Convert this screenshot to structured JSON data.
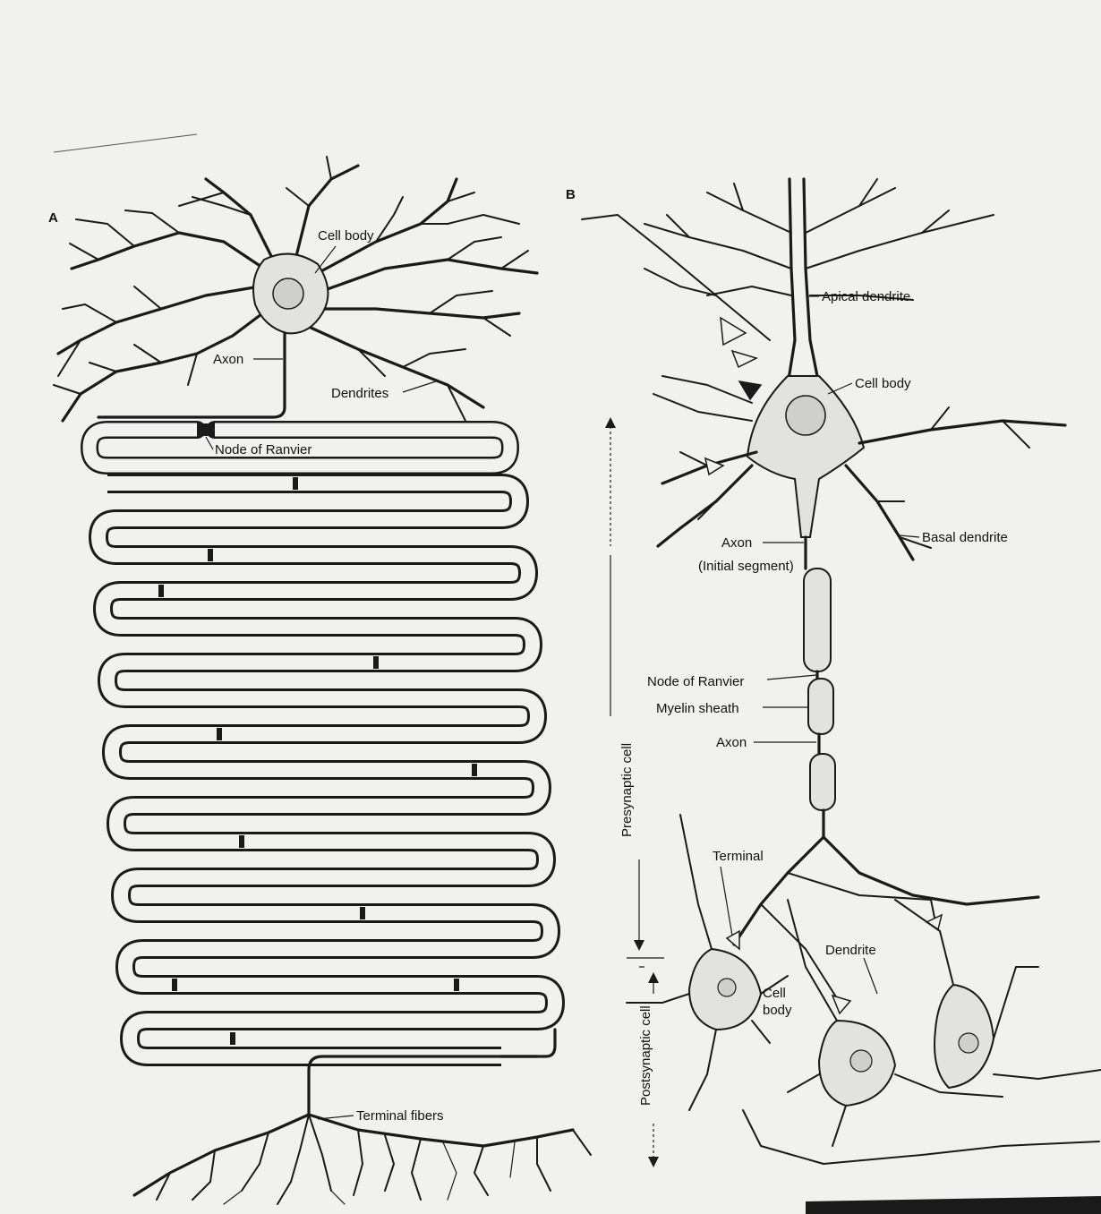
{
  "panels": {
    "a": "A",
    "b": "B"
  },
  "labels_a": {
    "cell_body": "Cell body",
    "axon": "Axon",
    "dendrites": "Dendrites",
    "node_of_ranvier": "Node of Ranvier",
    "terminal_fibers": "Terminal fibers"
  },
  "labels_b": {
    "apical_dendrite": "Apical dendrite",
    "cell_body": "Cell body",
    "axon_initial": "Axon",
    "initial_segment": "(Initial segment)",
    "basal_dendrite": "Basal dendrite",
    "node_of_ranvier": "Node of Ranvier",
    "myelin_sheath": "Myelin sheath",
    "axon": "Axon",
    "terminal": "Terminal",
    "dendrite": "Dendrite",
    "cell_body_post_1": "Cell",
    "cell_body_post_2": "body",
    "presynaptic_cell": "Presynaptic cell",
    "postsynaptic_cell": "Postsynaptic cell"
  },
  "colors": {
    "paper": "#f1f1ef",
    "ink": "#1a1a1a",
    "stipple": "#e2e2de"
  }
}
